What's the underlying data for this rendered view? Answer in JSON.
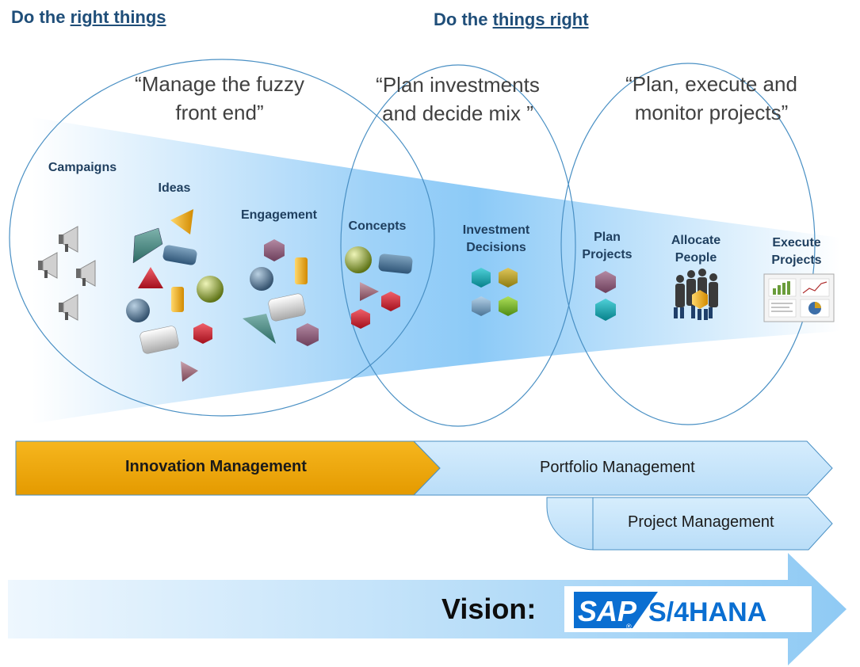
{
  "headers": {
    "left": {
      "prefix": "Do the ",
      "emphasis": "right things"
    },
    "right": {
      "prefix": "Do the ",
      "emphasis": "things right"
    }
  },
  "quotes": {
    "fuzzy": {
      "line1": "“Manage the fuzzy",
      "line2": "front end”"
    },
    "invest": {
      "line1": "“Plan investments",
      "line2": "and decide mix ”"
    },
    "execute": {
      "line1": "“Plan, execute and",
      "line2": "monitor projects”"
    }
  },
  "stages": {
    "campaigns": "Campaigns",
    "ideas": "Ideas",
    "engagement": "Engagement",
    "concepts": "Concepts",
    "investment": {
      "line1": "Investment",
      "line2": "Decisions"
    },
    "plan": {
      "line1": "Plan",
      "line2": "Projects"
    },
    "allocate": {
      "line1": "Allocate",
      "line2": "People"
    },
    "execute": {
      "line1": "Execute",
      "line2": "Projects"
    }
  },
  "bars": {
    "innovation": "Innovation Management",
    "portfolio": "Portfolio Management",
    "project": "Project Management"
  },
  "vision": {
    "label": "Vision:",
    "logo_sap": "SAP",
    "logo_registered": "®",
    "logo_product": "S/4HANA"
  },
  "colors": {
    "header_text": "#1f4e79",
    "innovation_fill": "#f0a800",
    "portfolio_fill": "#c5e5fb",
    "circle_stroke": "#4a90c4",
    "sap_blue": "#0a6ed1"
  },
  "icons": [
    "megaphone-icon",
    "meeple-icon",
    "people-group-icon",
    "dashboard-report-icon"
  ]
}
